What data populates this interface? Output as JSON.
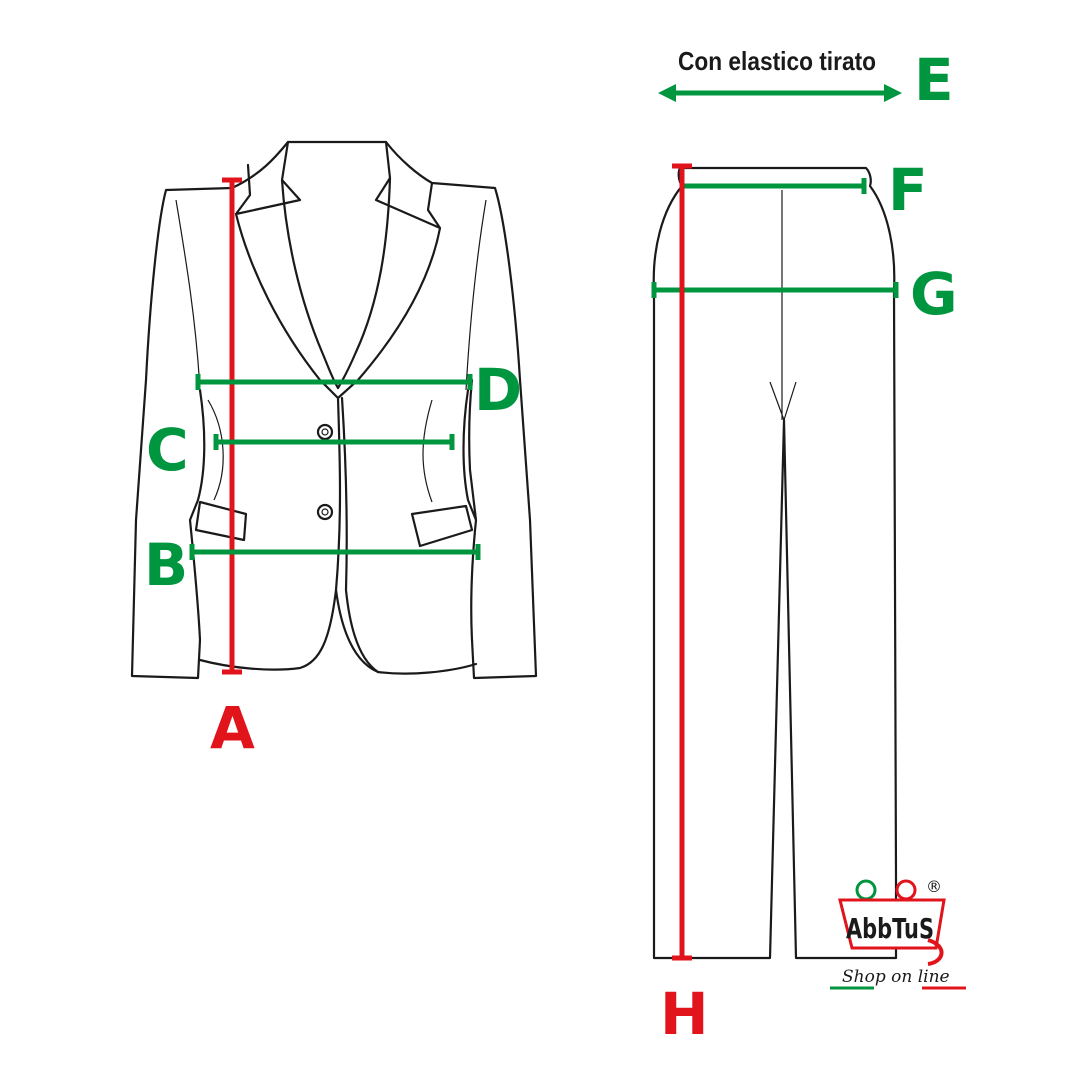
{
  "labels": {
    "A": "A",
    "B": "B",
    "C": "C",
    "D": "D",
    "E": "E",
    "F": "F",
    "G": "G",
    "H": "H"
  },
  "note_e": "Con elastico tirato",
  "logo": {
    "brand": "AbbTuS",
    "tagline": "Shop on line",
    "registered": "®"
  },
  "colors": {
    "measure_green": "#00953f",
    "measure_red": "#e1141c",
    "outline": "#1a1a1a"
  }
}
